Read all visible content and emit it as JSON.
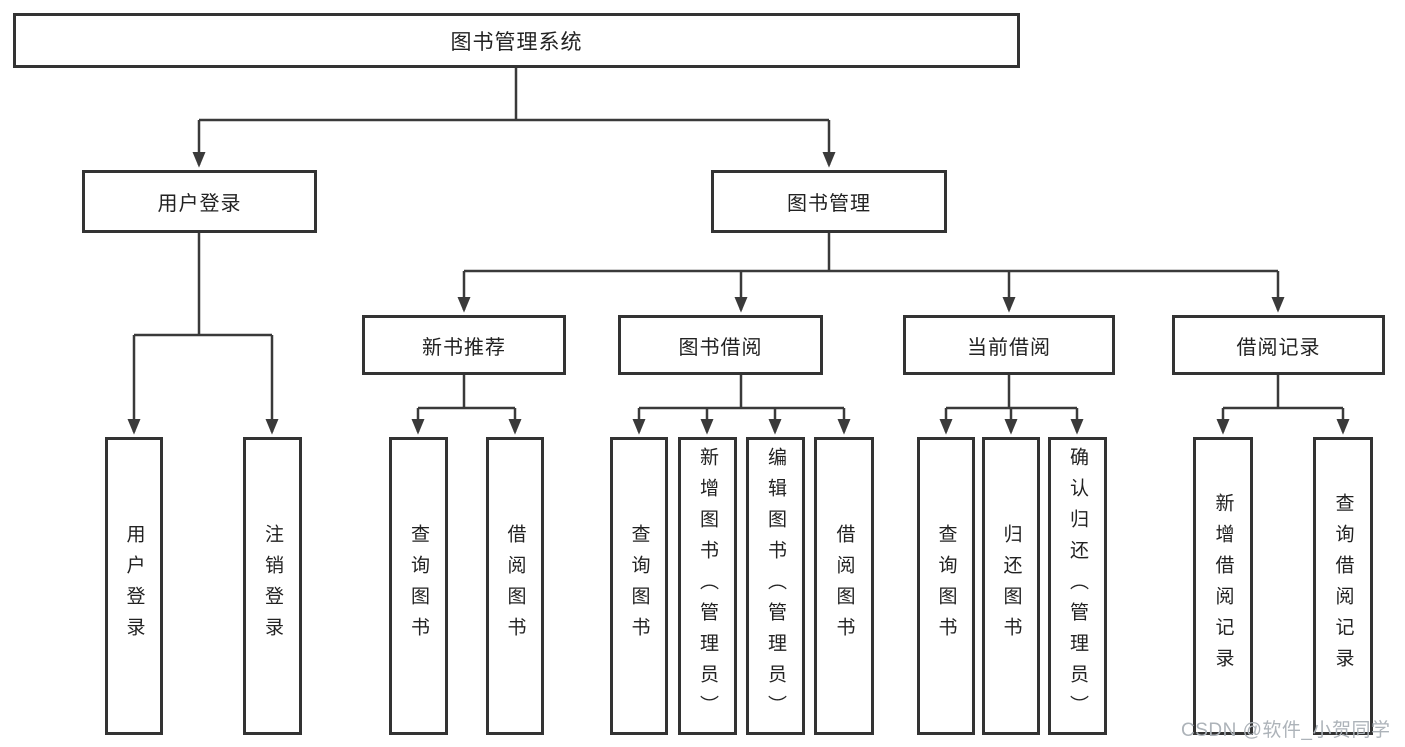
{
  "title": "图书管理系统",
  "branches": [
    {
      "label": "用户登录",
      "leaves": [
        "用户登录",
        "注销登录"
      ]
    },
    {
      "label": "图书管理",
      "children": [
        {
          "label": "新书推荐",
          "leaves": [
            "查询图书",
            "借阅图书"
          ]
        },
        {
          "label": "图书借阅",
          "leaves": [
            "查询图书",
            "新增图书（管理员）",
            "编辑图书（管理员）",
            "借阅图书"
          ]
        },
        {
          "label": "当前借阅",
          "leaves": [
            "查询图书",
            "归还图书",
            "确认归还（管理员）"
          ]
        },
        {
          "label": "借阅记录",
          "leaves": [
            "新增借阅记录",
            "查询借阅记录"
          ]
        }
      ]
    }
  ],
  "colors": {
    "line": "#3a3a3a",
    "border": "#333333",
    "text": "#222222",
    "watermark": "#adb3b9"
  },
  "watermark": "CSDN @软件_小贺同学"
}
